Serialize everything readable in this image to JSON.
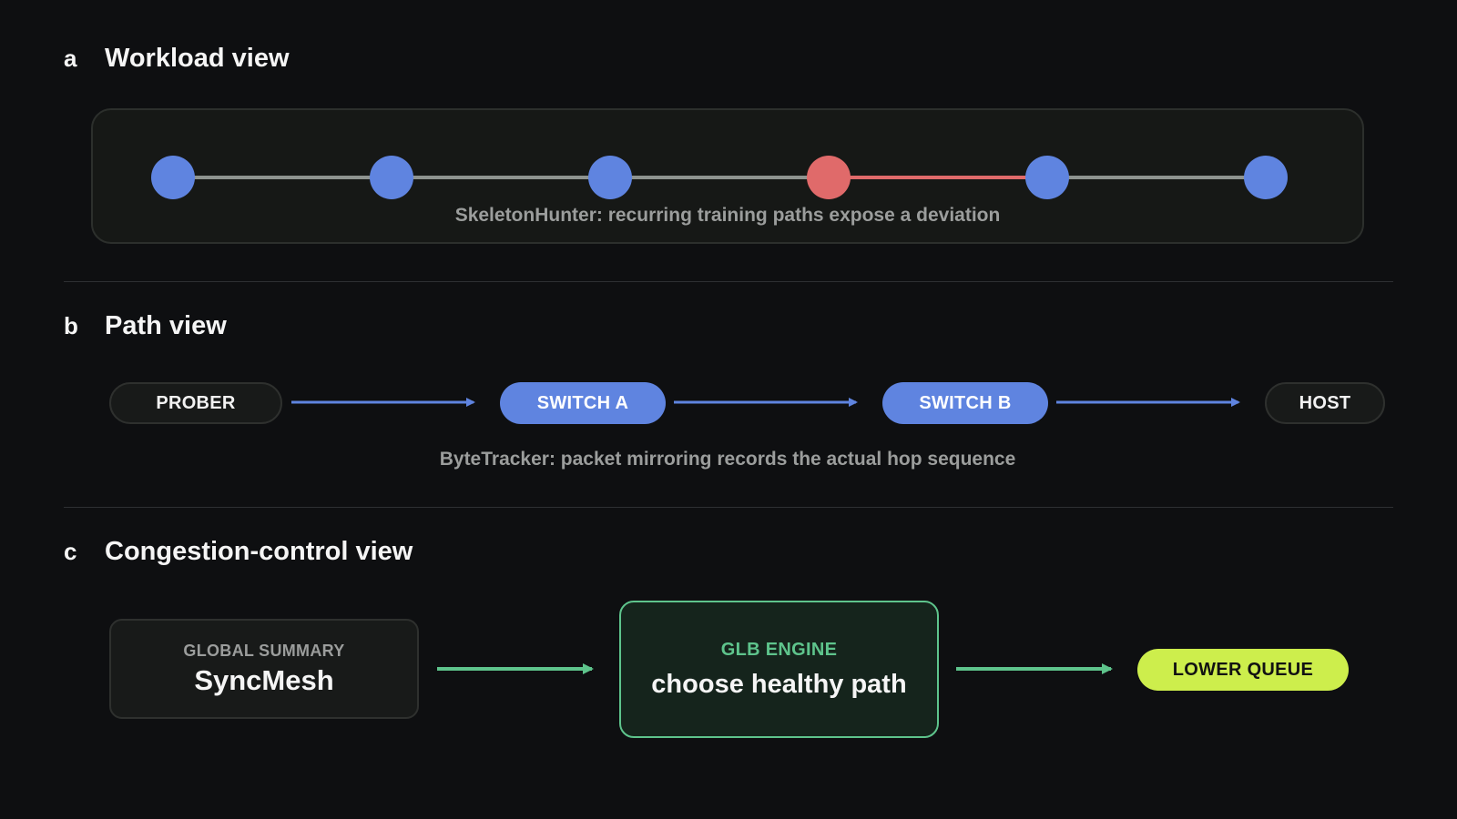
{
  "colors": {
    "background": "#0e0f11",
    "node_blue": "#5f84e0",
    "node_red": "#e06a6a",
    "edge_gray": "#8e938f",
    "edge_red": "#e06a6a",
    "arrow_blue": "#5f84e0",
    "arrow_green": "#5ec48c",
    "engine_border": "#5ec48c",
    "result_fill": "#cdee4c"
  },
  "section_a": {
    "letter": "a",
    "title": "Workload view",
    "nodes": [
      {
        "status": "normal"
      },
      {
        "status": "normal"
      },
      {
        "status": "normal"
      },
      {
        "status": "deviation"
      },
      {
        "status": "normal"
      },
      {
        "status": "normal"
      }
    ],
    "edges": [
      {
        "status": "normal"
      },
      {
        "status": "normal"
      },
      {
        "status": "normal"
      },
      {
        "status": "deviation"
      },
      {
        "status": "normal"
      }
    ],
    "caption": "SkeletonHunter: recurring training paths expose a deviation"
  },
  "section_b": {
    "letter": "b",
    "title": "Path view",
    "hops": [
      {
        "label": "PROBER",
        "style": "endpoint"
      },
      {
        "label": "SWITCH A",
        "style": "switch"
      },
      {
        "label": "SWITCH B",
        "style": "switch"
      },
      {
        "label": "HOST",
        "style": "endpoint"
      }
    ],
    "caption": "ByteTracker: packet mirroring records the actual hop sequence"
  },
  "section_c": {
    "letter": "c",
    "title": "Congestion-control view",
    "summary": {
      "kicker": "GLOBAL SUMMARY",
      "name": "SyncMesh"
    },
    "engine": {
      "kicker": "GLB ENGINE",
      "action": "choose healthy path"
    },
    "result": "LOWER QUEUE"
  }
}
